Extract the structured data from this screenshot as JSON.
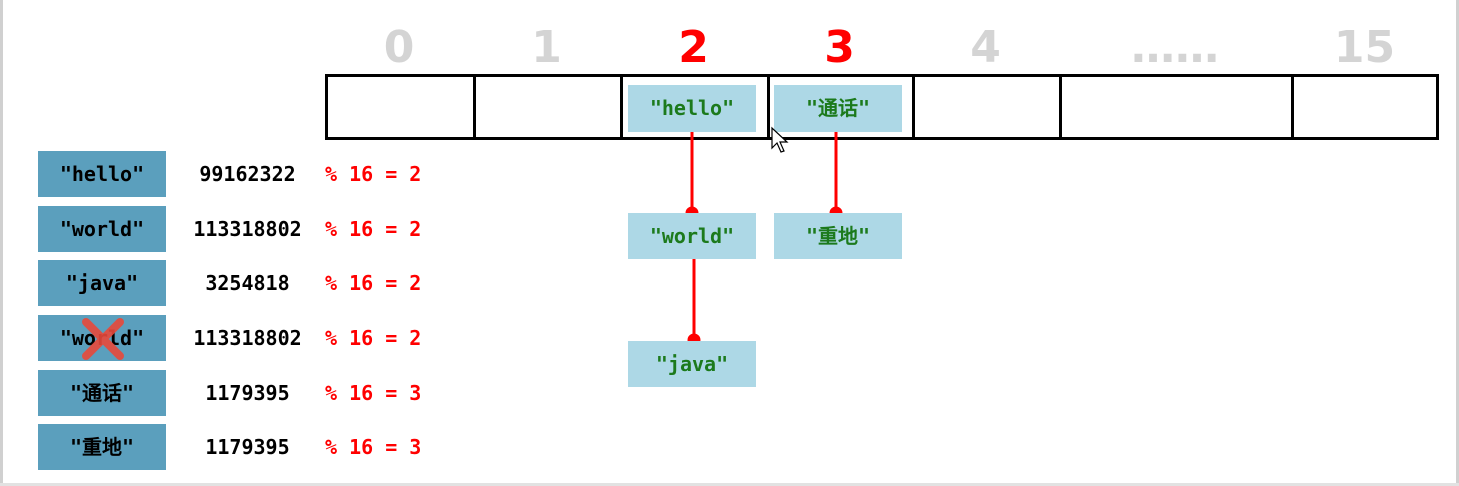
{
  "indices": [
    "0",
    "1",
    "2",
    "3",
    "4",
    "……",
    "15"
  ],
  "bucket_nodes": {
    "b2_head": "\"hello\"",
    "b3_head": "\"通话\"",
    "b2_second": "\"world\"",
    "b3_second": "\"重地\"",
    "b2_third": "\"java\""
  },
  "rows": [
    {
      "key": "\"hello\"",
      "hash": "99162322",
      "mod": "% 16 = 2"
    },
    {
      "key": "\"world\"",
      "hash": "113318802",
      "mod": "% 16 = 2"
    },
    {
      "key": "\"java\"",
      "hash": "3254818",
      "mod": "% 16 = 2"
    },
    {
      "key": "\"world\"",
      "hash": "113318802",
      "mod": "% 16 = 2"
    },
    {
      "key": "\"通话\"",
      "hash": "1179395",
      "mod": "% 16 = 3"
    },
    {
      "key": "\"重地\"",
      "hash": "1179395",
      "mod": "% 16 = 3"
    }
  ],
  "colors": {
    "highlight": "#ff0000",
    "muted_index": "#d4d4d4",
    "node_fill": "#add8e6",
    "node_text": "#1c7a1c",
    "key_fill": "#5b9fbd",
    "link": "#ff0000",
    "cross": "#e8493b"
  },
  "icons": [
    "cross-mark-icon",
    "mouse-cursor-icon"
  ]
}
